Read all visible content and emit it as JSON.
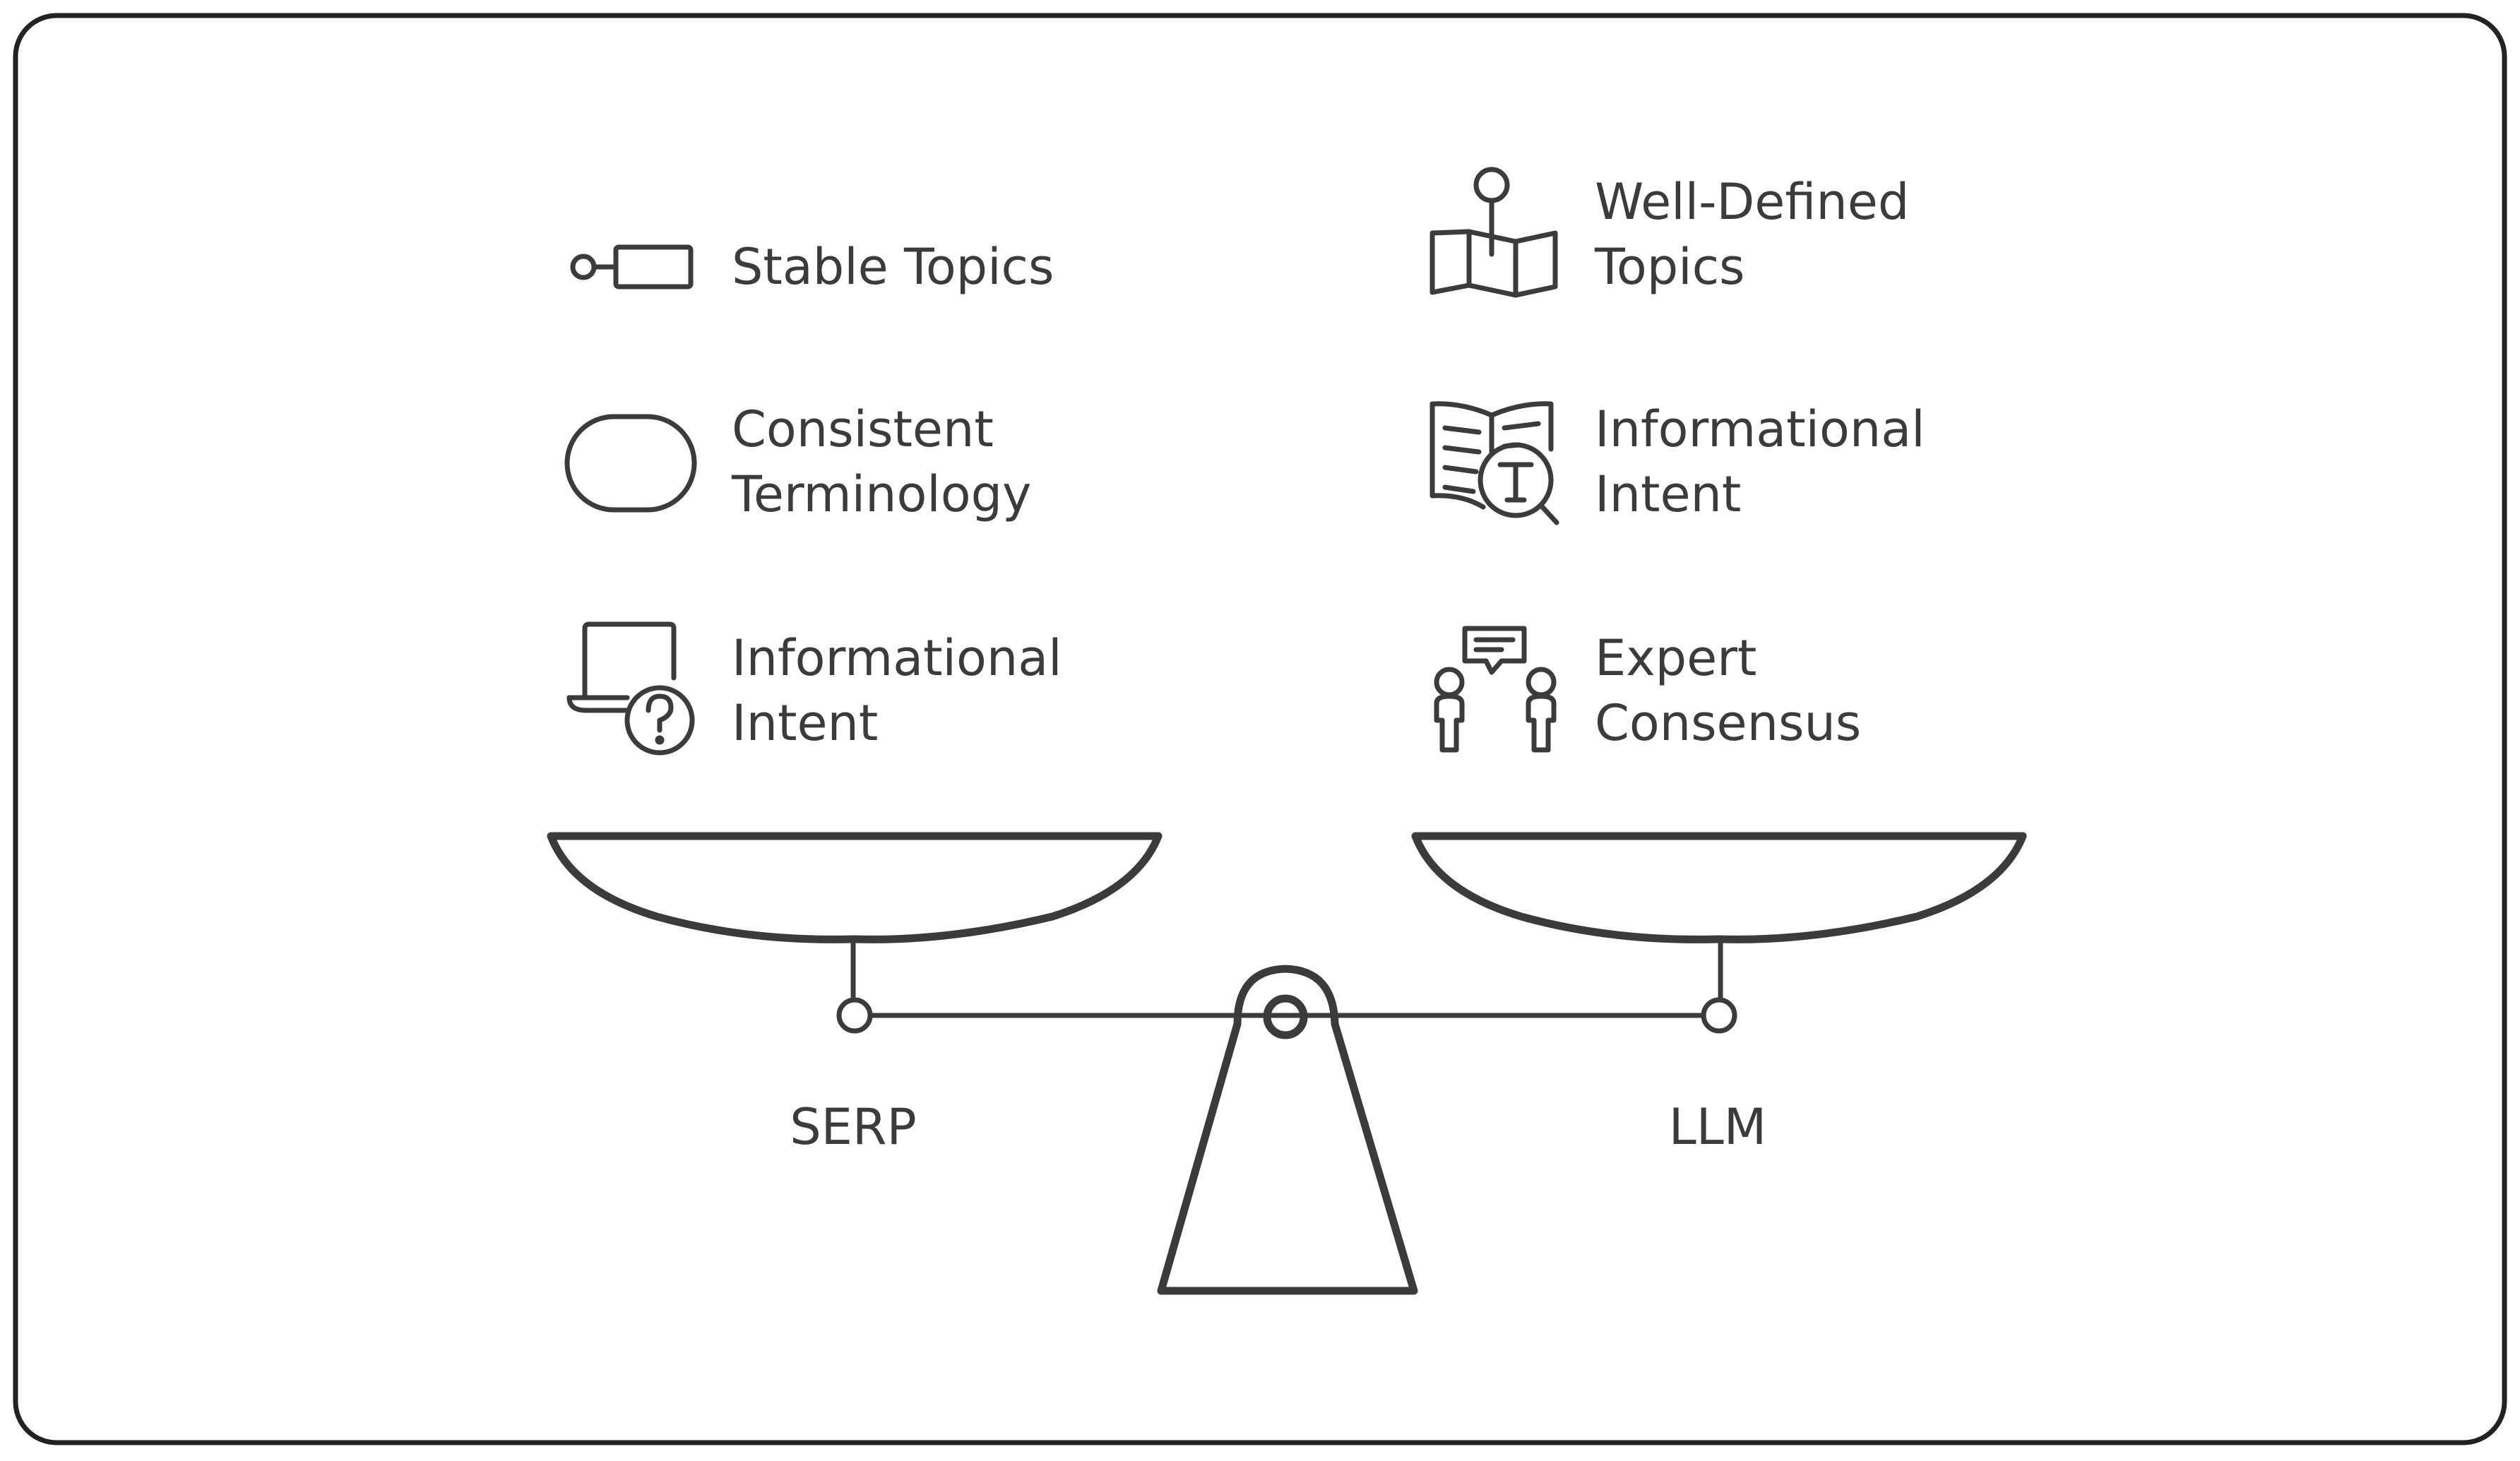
{
  "diagram": {
    "left_side": {
      "label": "SERP",
      "items": [
        {
          "icon": "tag-icon",
          "lines": [
            "Stable Topics"
          ]
        },
        {
          "icon": "rounded-shape-icon",
          "lines": [
            "Consistent",
            "Terminology"
          ]
        },
        {
          "icon": "laptop-question-icon",
          "lines": [
            "Informational",
            "Intent"
          ]
        }
      ]
    },
    "right_side": {
      "label": "LLM",
      "items": [
        {
          "icon": "map-pin-icon",
          "lines": [
            "Well-Defined",
            "Topics"
          ]
        },
        {
          "icon": "book-search-icon",
          "lines": [
            "Informational",
            "Intent"
          ]
        },
        {
          "icon": "people-discussion-icon",
          "lines": [
            "Expert",
            "Consensus"
          ]
        }
      ]
    },
    "colors": {
      "ink": "#3b3b3b",
      "frame": "#222222",
      "background": "#ffffff"
    }
  }
}
